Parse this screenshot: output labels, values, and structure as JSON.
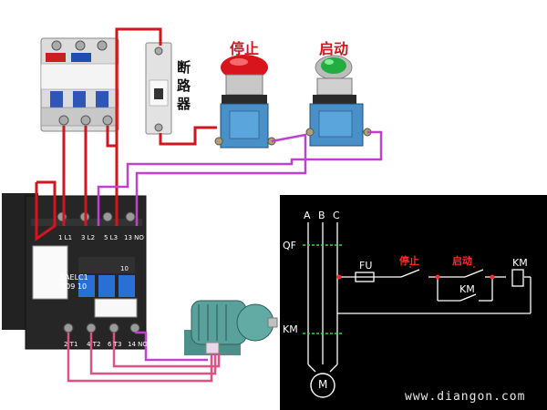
{
  "labels": {
    "stop_button": "停止",
    "start_button": "启动",
    "breaker_char1": "断",
    "breaker_char2": "路",
    "breaker_char3": "器"
  },
  "contactor": {
    "model_line1": "EAELC1",
    "model_line2": "D09 10",
    "top_terminals": [
      "1 L1",
      "3 L2",
      "5 L3",
      "13 NO"
    ],
    "bottom_terminals": [
      "2 T1",
      "4 T2",
      "6 T3",
      "14 NO"
    ],
    "aux_label": "10"
  },
  "schematic": {
    "phases": [
      "A",
      "B",
      "C"
    ],
    "qf": "QF",
    "fu": "FU",
    "stop": "停止",
    "start": "启动",
    "km_coil": "KM",
    "km_aux": "KM",
    "km_main": "KM",
    "motor": "M"
  },
  "watermark": "www.diangon.com",
  "colors": {
    "wire_red": "#d4141e",
    "wire_purple": "#c040d0",
    "schematic_bg": "#000000",
    "contactor_blue": "#2a6fd6"
  }
}
